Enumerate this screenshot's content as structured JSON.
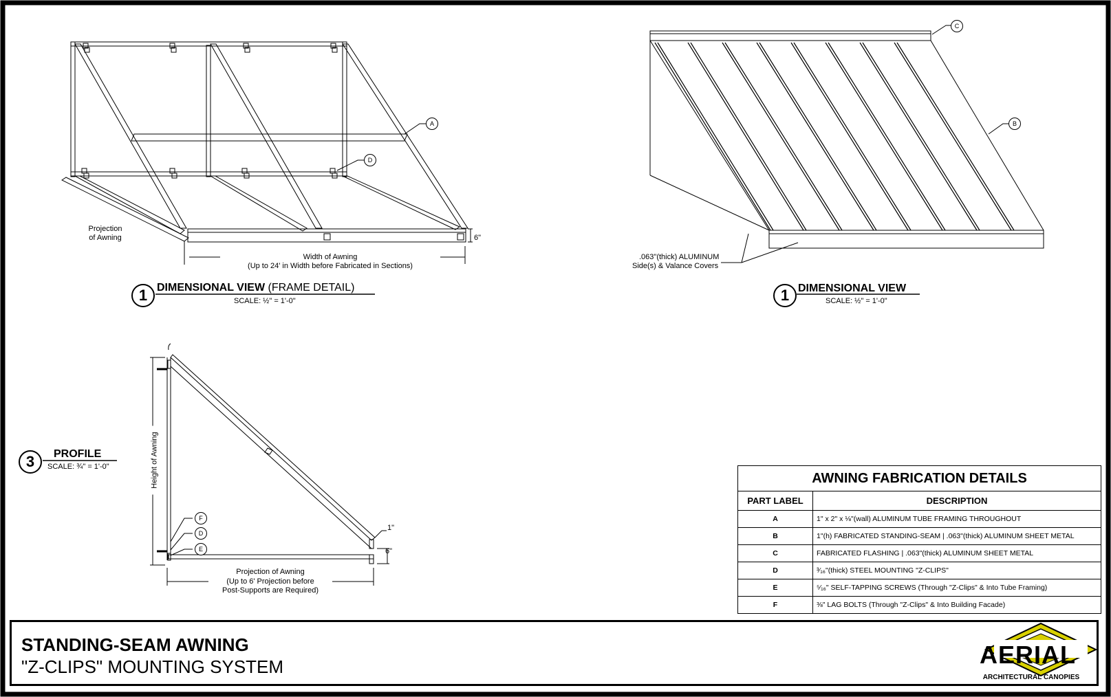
{
  "view1_frame": {
    "number": "1",
    "title": "DIMENSIONAL VIEW",
    "title_suffix": "(FRAME DETAIL)",
    "scale": "SCALE: ½\" = 1'-0\"",
    "projection_label": "Projection\nof Awning",
    "width_label": "Width of Awning",
    "width_note": "(Up to 24' in Width before Fabricated in Sections)",
    "height_dim": "6\"",
    "callout_a": "A",
    "callout_d": "D"
  },
  "view1_finished": {
    "number": "1",
    "title": "DIMENSIONAL VIEW",
    "scale": "SCALE: ½\" = 1'-0\"",
    "callout_b": "B",
    "callout_c": "C",
    "cover_note_line1": ".063\"(thick) ALUMINUM",
    "cover_note_line2": "Side(s) & Valance Covers"
  },
  "view3_profile": {
    "number": "3",
    "title": "PROFILE",
    "scale": "SCALE: ¾\" = 1'-0\"",
    "height_label": "Height of Awning",
    "top_dim": "1\"",
    "valance_dim": "6\"",
    "projection_line1": "Projection of Awning",
    "projection_line2": "(Up to 6' Projection before",
    "projection_line3": "Post-Supports are Required)",
    "callout_f": "F",
    "callout_d": "D",
    "callout_e": "E"
  },
  "fabrication_table": {
    "title": "AWNING FABRICATION DETAILS",
    "headers": [
      "PART LABEL",
      "DESCRIPTION"
    ],
    "rows": [
      {
        "label": "A",
        "desc": "1\" x 2\" x ⅛\"(wall) ALUMINUM TUBE FRAMING THROUGHOUT"
      },
      {
        "label": "B",
        "desc": "1\"(h) FABRICATED STANDING-SEAM | .063\"(thick) ALUMINUM SHEET METAL"
      },
      {
        "label": "C",
        "desc": "FABRICATED FLASHING | .063\"(thick) ALUMINUM SHEET METAL"
      },
      {
        "label": "D",
        "desc": "³⁄₁₆\"(thick) STEEL MOUNTING \"Z-CLIPS\""
      },
      {
        "label": "E",
        "desc": "⁵⁄₁₆\" SELF-TAPPING SCREWS (Through \"Z-Clips\" & Into Tube Framing)"
      },
      {
        "label": "F",
        "desc": "⅜\" LAG BOLTS (Through \"Z-Clips\" & Into Building Facade)"
      }
    ]
  },
  "title_block": {
    "title": "STANDING-SEAM AWNING",
    "subtitle": "\"Z-CLIPS\" MOUNTING SYSTEM",
    "logo_word": "AERIAL",
    "logo_tagline": "ARCHITECTURAL CANOPIES"
  },
  "colors": {
    "line": "#000000",
    "logo_accent": "#d8d000"
  }
}
